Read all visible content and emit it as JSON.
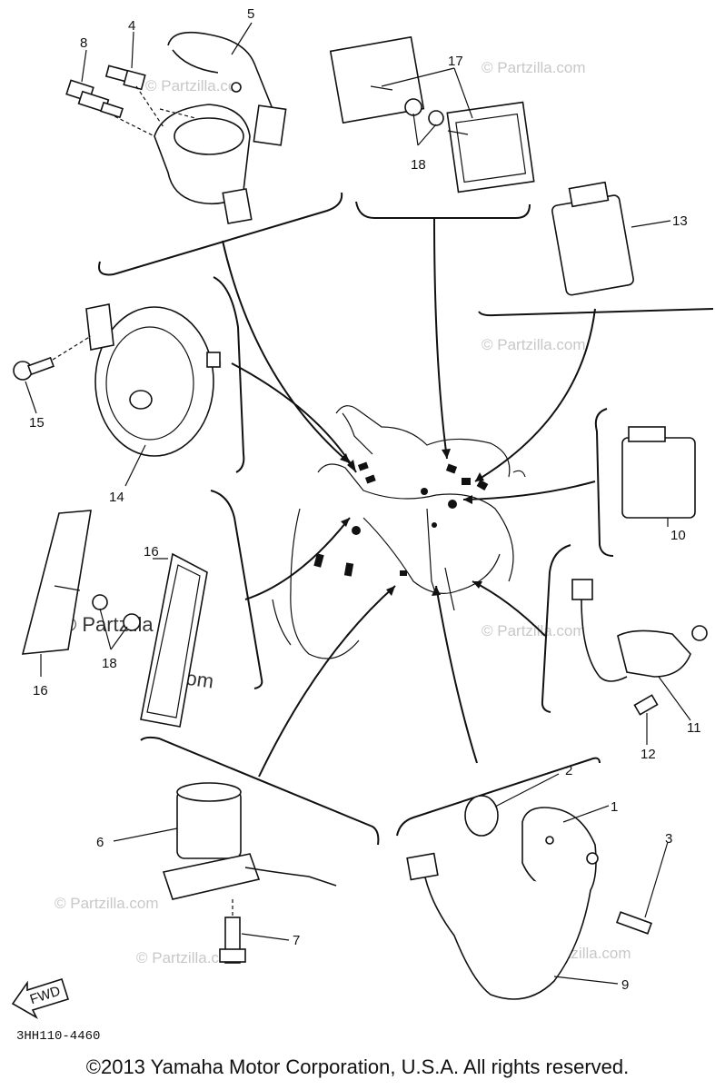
{
  "callouts": {
    "c1": "1",
    "c2": "2",
    "c3": "3",
    "c4": "4",
    "c5": "5",
    "c6": "6",
    "c7": "7",
    "c8": "8",
    "c9": "9",
    "c10": "10",
    "c11": "11",
    "c12": "12",
    "c13": "13",
    "c14": "14",
    "c15": "15",
    "c16a": "16",
    "c16b": "16",
    "c17": "17",
    "c18a": "18",
    "c18b": "18"
  },
  "watermark": "© Partzilla.com",
  "watermark_large_a": "© Partzilla",
  "watermark_large_b": "lla.com",
  "direction_label": "FWD",
  "part_code": "3HH110-4460",
  "copyright": "©2013 Yamaha Motor Corporation, U.S.A. All rights reserved."
}
